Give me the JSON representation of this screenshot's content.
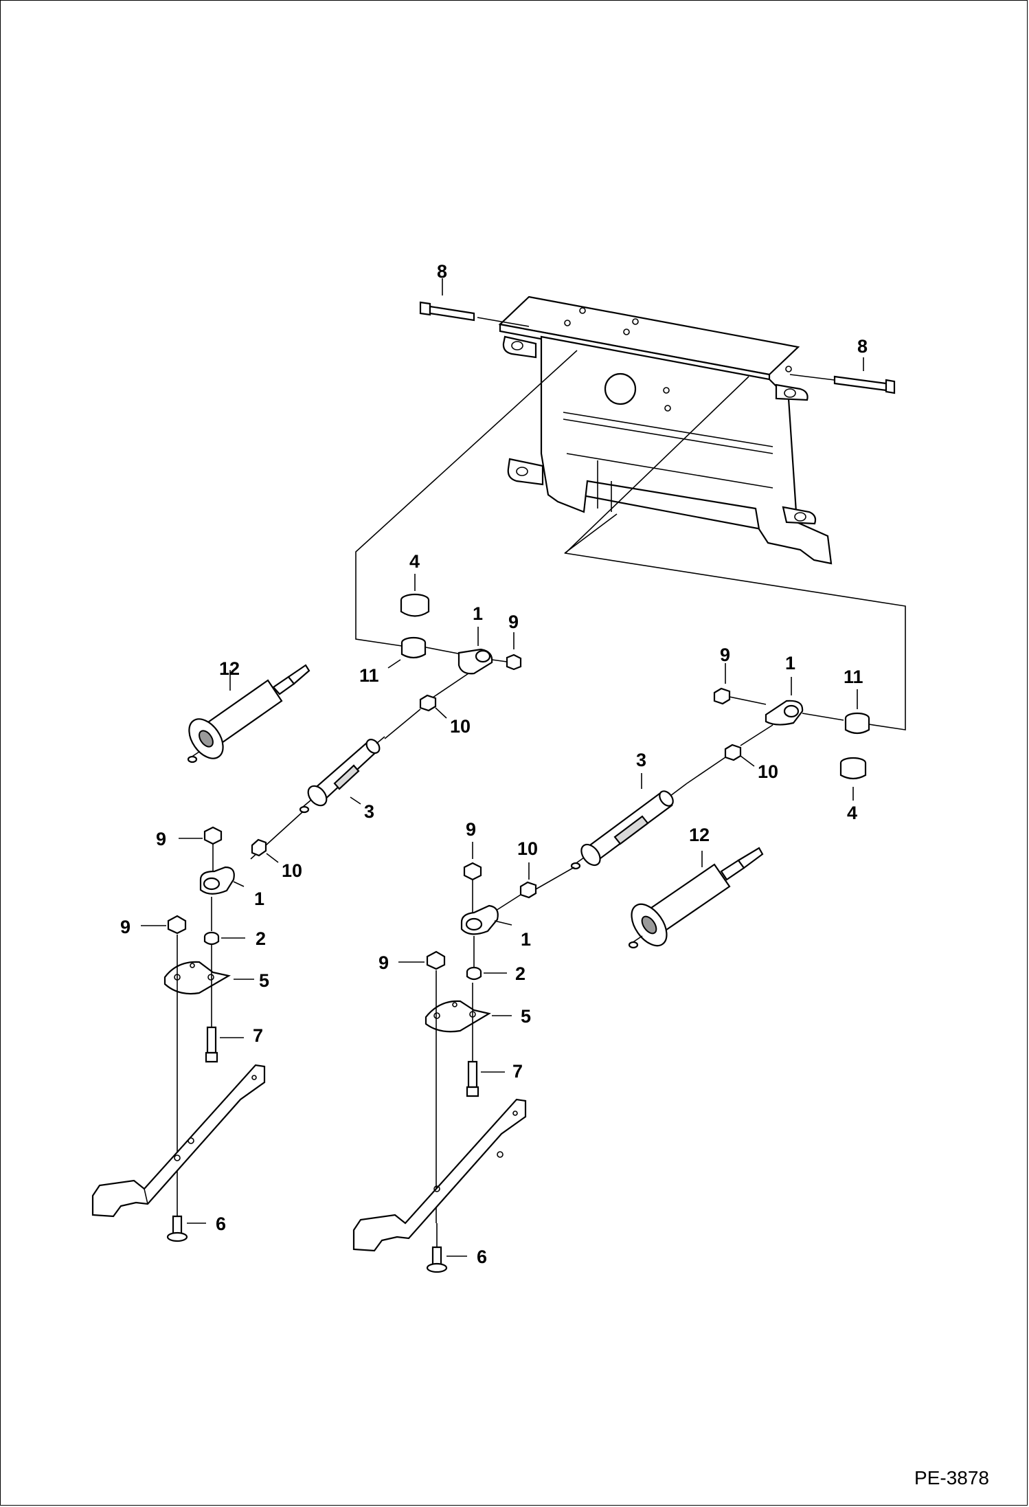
{
  "drawing_id": "PE-3878",
  "callouts": {
    "bolt_top_left": "8",
    "bolt_right": "8",
    "spacer_top": "4",
    "rod_end_left_top": "1",
    "nut_flange_left_top": "9",
    "spacer_left": "11",
    "jam_nut_left_top": "10",
    "spare_cylinder_left": "12",
    "gas_spring_left": "3",
    "flange_nut_left_mid": "9",
    "jam_nut_left_low": "10",
    "rod_end_left_low": "1",
    "flange_nut_left_bracket": "9",
    "washer_left": "2",
    "plate_left": "5",
    "bolt_left": "7",
    "rivet_left": "6",
    "flange_nut_right_top": "9",
    "rod_end_right_top": "1",
    "spacer_right": "11",
    "jam_nut_right_top": "10",
    "spacer_bottom_right": "4",
    "gas_spring_right": "3",
    "flange_nut_right_mid": "9",
    "jam_nut_right_low": "10",
    "spare_cylinder_right": "12",
    "rod_end_right_low": "1",
    "flange_nut_right_bracket": "9",
    "washer_right": "2",
    "plate_right": "5",
    "bolt_right_low": "7",
    "rivet_right": "6"
  }
}
